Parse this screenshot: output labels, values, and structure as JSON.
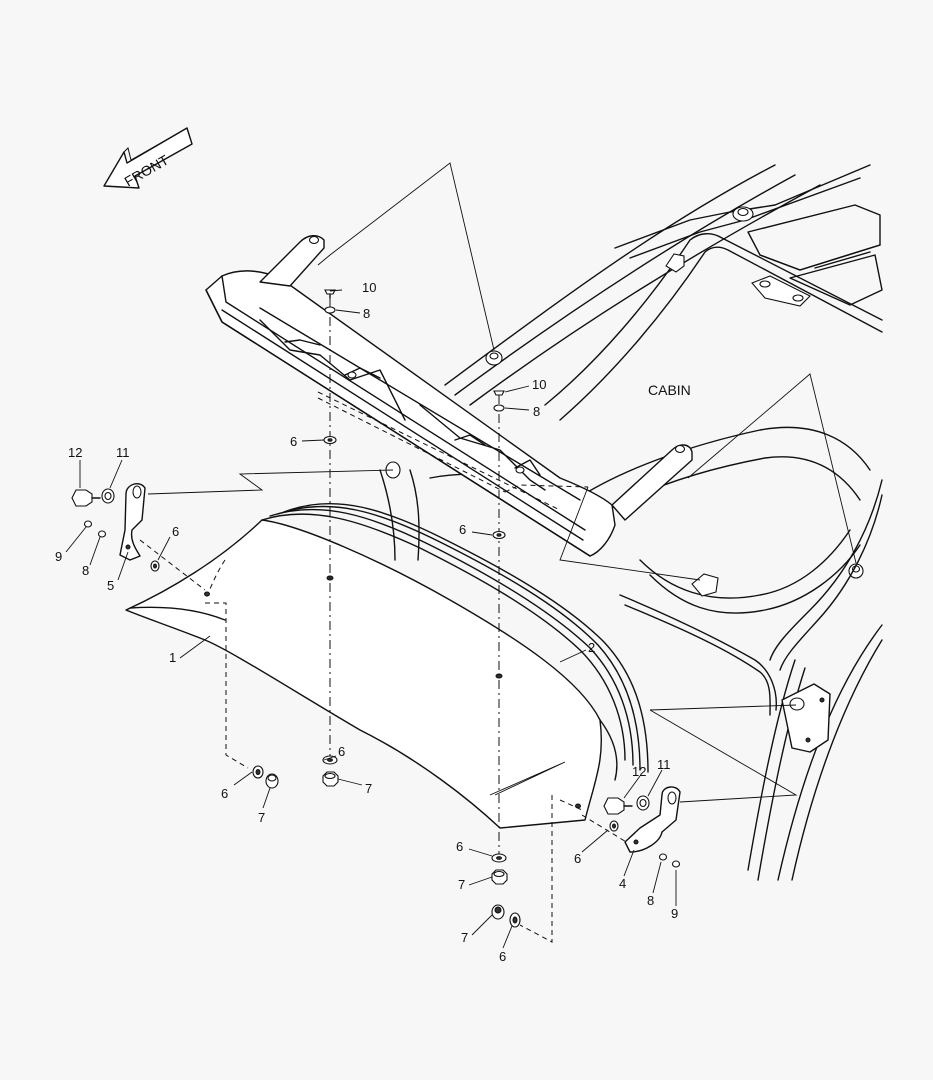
{
  "diagram": {
    "direction_label": "FRONT",
    "cabin_label": "CABIN",
    "callouts": {
      "c1": "1",
      "c2": "2",
      "c4": "4",
      "c5": "5",
      "c6a": "6",
      "c6b": "6",
      "c6c": "6",
      "c6d": "6",
      "c6e": "6",
      "c6f": "6",
      "c6g": "6",
      "c6h": "6",
      "c7a": "7",
      "c7b": "7",
      "c7c": "7",
      "c7d": "7",
      "c8a": "8",
      "c8b": "8",
      "c8c": "8",
      "c8d": "8",
      "c9a": "9",
      "c9b": "9",
      "c10a": "10",
      "c10b": "10",
      "c11a": "11",
      "c11b": "11",
      "c12a": "12",
      "c12b": "12"
    }
  }
}
